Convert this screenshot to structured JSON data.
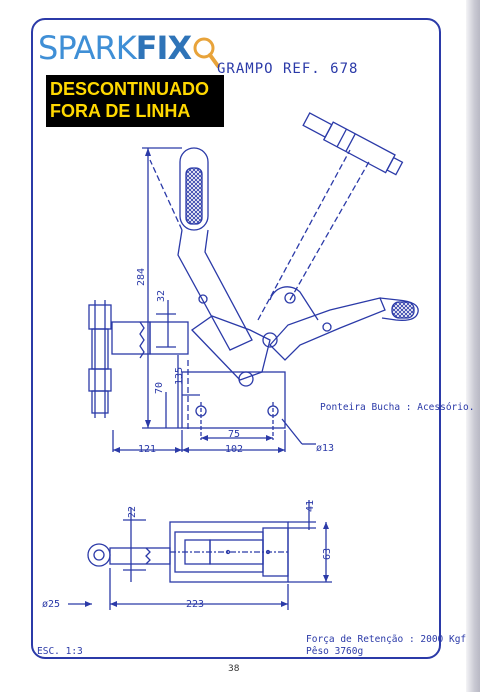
{
  "header": {
    "logo": {
      "part1": "SPARK",
      "part2": "FIX"
    },
    "banner": {
      "line1": "DESCONTINUADO",
      "line2": "FORA DE LINHA"
    },
    "title": "GRAMPO REF. 678"
  },
  "dimensions": {
    "d284": "284",
    "d32": "32",
    "d135": "135",
    "d70": "70",
    "d75": "75",
    "d121": "121",
    "d102": "102",
    "d13": "ø13",
    "d22": "22",
    "d41": "41",
    "d63": "63",
    "d25": "ø25",
    "d223": "223"
  },
  "notes": {
    "accessory": "Ponteira Bucha : Acessório.",
    "scale": "ESC. 1:3",
    "force": "Força de Retenção : 2000 Kgf",
    "weight": "Pêso 3760g"
  },
  "footer": {
    "page_number": "38"
  },
  "colors": {
    "ink": "#2b3aa8",
    "logo_light": "#3f8fd6",
    "logo_dark": "#2f74b8",
    "banner_text": "#ffd800"
  }
}
